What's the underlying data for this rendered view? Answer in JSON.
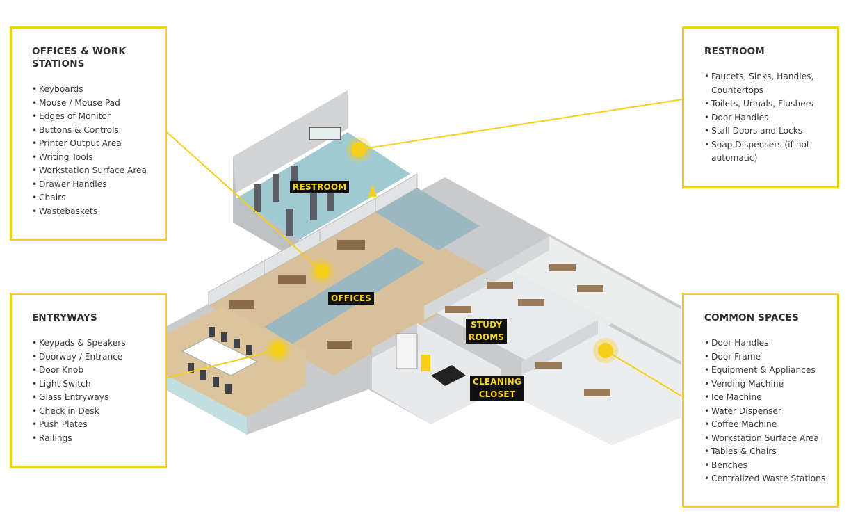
{
  "panels": {
    "offices": {
      "title": "OFFICES & WORK STATIONS",
      "items": [
        "Keyboards",
        "Mouse / Mouse Pad",
        "Edges of Monitor",
        "Buttons & Controls",
        "Printer Output Area",
        "Writing Tools",
        "Workstation Surface Area",
        "Drawer Handles",
        "Chairs",
        "Wastebaskets"
      ]
    },
    "entryways": {
      "title": "ENTRYWAYS",
      "items": [
        "Keypads & Speakers",
        "Doorway / Entrance",
        "Door Knob",
        "Light Switch",
        "Glass Entryways",
        "Check in Desk",
        "Push Plates",
        "Railings"
      ]
    },
    "restroom": {
      "title": "RESTROOM",
      "items": [
        "Faucets, Sinks, Handles, Countertops",
        "Toilets, Urinals, Flushers",
        "Door Handles",
        "Stall Doors and Locks",
        "Soap Dispensers (if not automatic)"
      ]
    },
    "common": {
      "title": "COMMON SPACES",
      "items": [
        "Door Handles",
        "Door Frame",
        "Equipment &  Appliances",
        "Vending Machine",
        "Ice Machine",
        "Water Dispenser",
        "Coffee Machine",
        "Workstation Surface Area",
        "Tables & Chairs",
        "Benches",
        "Centralized Waste Stations"
      ]
    }
  },
  "labels": {
    "restroom": "RESTROOM",
    "offices": "OFFICES",
    "study_1": "STUDY",
    "study_2": "ROOMS",
    "cleaning_1": "CLEANING",
    "cleaning_2": "CLOSET"
  },
  "colors": {
    "accent": "#f5cf1a",
    "label_bg": "#111111",
    "label_text": "#f7d21a",
    "wall": "#d4d5d7",
    "carpet": "#d9c29b",
    "tile": "#9cc9d0",
    "corridor": "#98b6c1"
  }
}
